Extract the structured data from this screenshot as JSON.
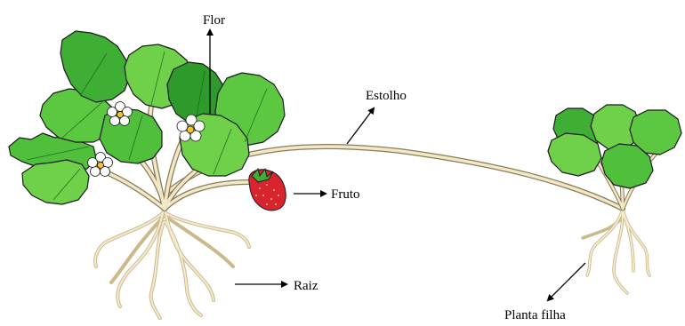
{
  "labels": {
    "flower": "Flor",
    "stolon": "Estolho",
    "fruit": "Fruto",
    "root": "Raiz",
    "daughter_plant": "Planta filha"
  },
  "colors": {
    "leaf_light": "#6fd14a",
    "leaf_mid": "#3fae34",
    "leaf_dark": "#2a8a2a",
    "stem": "#efe6c4",
    "root": "#d9c9a0",
    "fruit": "#d9232e",
    "flower": "#ffffff",
    "flower_center": "#f2c230",
    "outline": "#1a1a1a"
  }
}
